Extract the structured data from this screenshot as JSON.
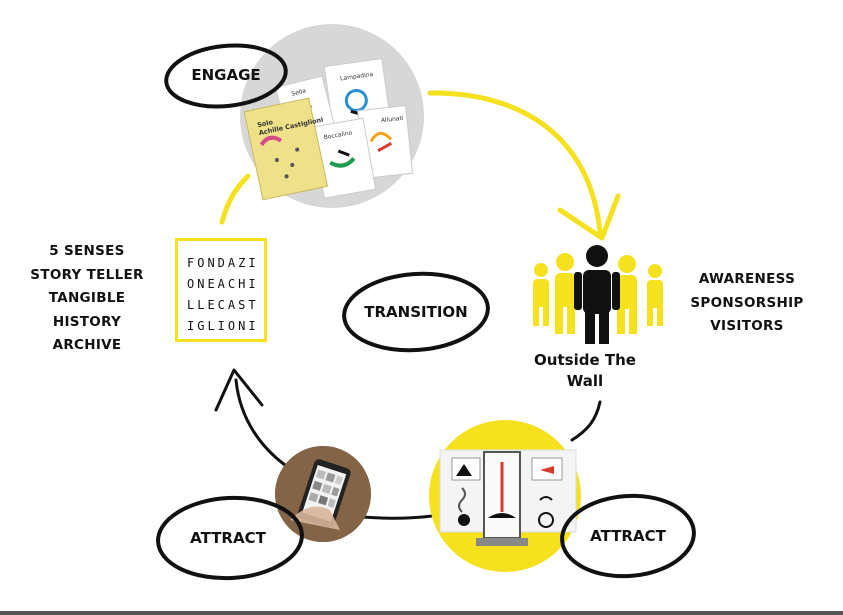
{
  "labels": {
    "engage": "ENGAGE",
    "transition": "TRANSITION",
    "attract_left": "ATTRACT",
    "attract_right": "ATTRACT"
  },
  "senses_list": [
    "5 SENSES",
    "STORY TELLER",
    "TANGIBLE",
    "HISTORY",
    "ARCHIVE"
  ],
  "awareness_list": [
    "AWARENESS",
    "SPONSORSHIP",
    "VISITORS"
  ],
  "outside": {
    "line1": "Outside The",
    "line2": "Wall"
  },
  "fondazione_logo": [
    "FONDAZI",
    "ONEACHI",
    "LLECAST",
    "IGLIONI"
  ],
  "cards": {
    "main_title": "Solo\nAchille Castiglioni",
    "card_a": "Lampadina",
    "card_b": "Sella",
    "card_c": "Boccalino",
    "card_d": "Allunati"
  },
  "colors": {
    "accent_yellow": "#f6e11e",
    "ink": "#111111",
    "grey_circle": "#d7d7d7"
  },
  "icons": [
    "people-group-icon",
    "smartphone-photo",
    "exhibition-panel-photo",
    "booklet-cards-photo"
  ]
}
